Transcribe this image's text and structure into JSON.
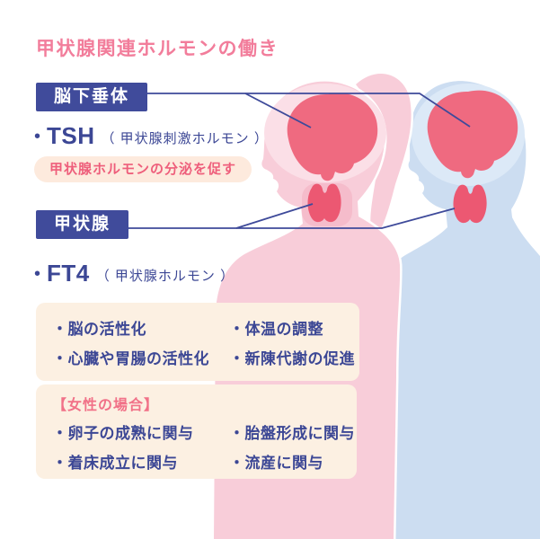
{
  "title": "甲状腺関連ホルモンの働き",
  "pituitary_section": {
    "label": "脳下垂体",
    "bullet": "•",
    "hormone_abbr": "TSH",
    "hormone_paren": "（ 甲状腺刺激ホルモン ）",
    "effect_note": "甲状腺ホルモンの分泌を促す"
  },
  "thyroid_section": {
    "label": "甲状腺",
    "bullet": "•",
    "hormone_abbr": "FT4",
    "hormone_paren": "（ 甲状腺ホルモン ）",
    "effects": {
      "col1": [
        "・脳の活性化",
        "・心臓や胃腸の活性化"
      ],
      "col2": [
        "・体温の調整",
        "・新陳代謝の促進"
      ]
    }
  },
  "female_case": {
    "heading": "【女性の場合】",
    "col1": [
      "・卵子の成熟に関与",
      "・着床成立に関与"
    ],
    "col2": [
      "・胎盤形成に関与",
      "・流産に関与"
    ]
  },
  "colors": {
    "title_pink": "#f27d9b",
    "navy": "#404b9b",
    "text_navy": "#3c4795",
    "cream": "#fcf0e2",
    "pill_bg": "#fdeadd",
    "accent_red": "#ee5e7b",
    "female_body": "#f8cdd9",
    "female_halo": "#fbdfe7",
    "female_neck": "#f5bccb",
    "male_body": "#ccddf1",
    "male_halo": "#dce9f7",
    "brain_red": "#ef6a80",
    "thyroid_red": "#ec5872",
    "connector": "#3e4a9a"
  }
}
